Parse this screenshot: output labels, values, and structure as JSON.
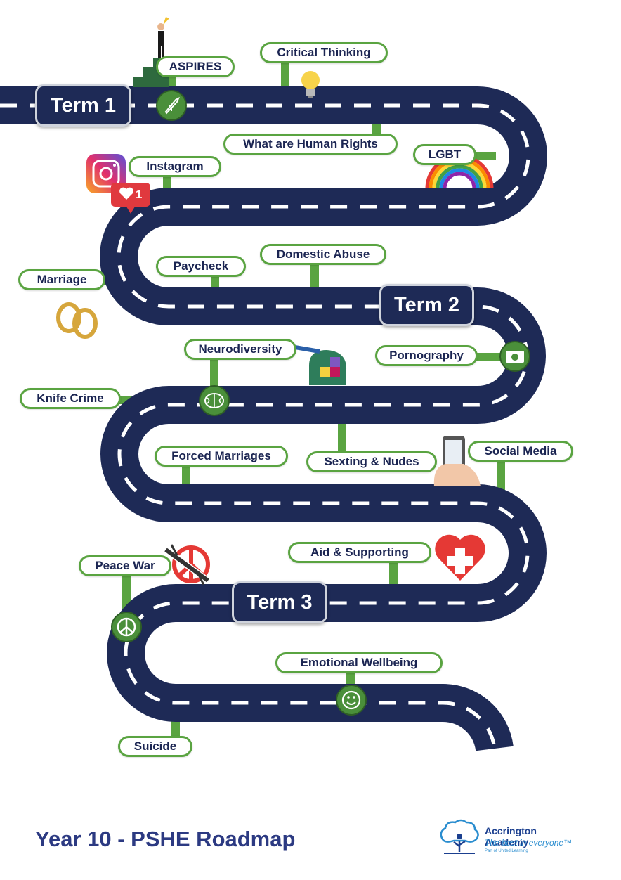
{
  "terms": {
    "t1": "Term 1",
    "t2": "Term 2",
    "t3": "Term 3"
  },
  "topics": {
    "aspires": "ASPIRES",
    "critical_thinking": "Critical Thinking",
    "human_rights": "What are Human Rights",
    "lgbt": "LGBT",
    "instagram": "Instagram",
    "paycheck": "Paycheck",
    "domestic_abuse": "Domestic Abuse",
    "marriage": "Marriage",
    "neurodiversity": "Neurodiversity",
    "pornography": "Pornography",
    "knife_crime": "Knife Crime",
    "forced_marriages": "Forced Marriages",
    "sexting": "Sexting & Nudes",
    "social_media": "Social Media",
    "aid": "Aid & Supporting",
    "peace_war": "Peace War",
    "emotional": "Emotional Wellbeing",
    "suicide": "Suicide"
  },
  "like_count": "1",
  "footer": {
    "title": "Year 10 - PSHE Roadmap"
  },
  "logo": {
    "name": "Accrington Academy",
    "tagline": "The best in everyone™",
    "sub": "Part of United Learning"
  },
  "colors": {
    "road": "#1e2a56",
    "accent_green": "#5aa441",
    "title_blue": "#2c3a82"
  }
}
